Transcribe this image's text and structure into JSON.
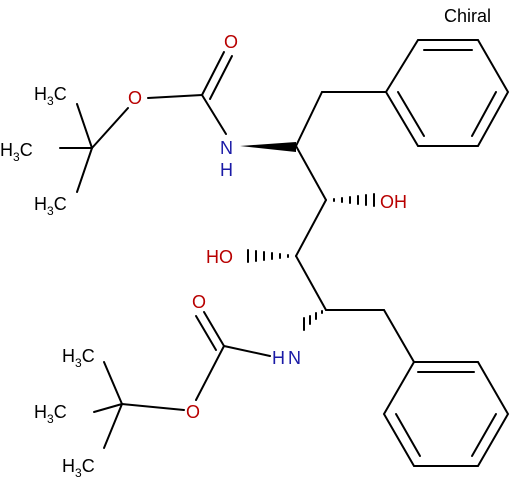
{
  "chirality_label": "Chiral",
  "atoms": {
    "o_carbonyl_top": "O",
    "o_ester_top": "O",
    "nh_top": "N",
    "h_of_nh_top": "H",
    "oh_right": "OH",
    "ho_left": "HO",
    "o_carbonyl_bottom": "O",
    "o_ester_bottom": "O",
    "nh_bottom": "N",
    "h_of_nh_bottom": "H"
  },
  "methyl_groups": [
    {
      "h": "H",
      "sub": "3",
      "c": "C"
    },
    {
      "h": "H",
      "sub": "3",
      "c": "C"
    },
    {
      "h": "H",
      "sub": "3",
      "c": "C"
    },
    {
      "h": "H",
      "sub": "3",
      "c": "C"
    },
    {
      "h": "H",
      "sub": "3",
      "c": "C"
    },
    {
      "h": "H",
      "sub": "3",
      "c": "C"
    }
  ],
  "colors": {
    "heteroatom_O": "#b80000",
    "heteroatom_N": "#1a1aa6",
    "bond": "#000000"
  }
}
